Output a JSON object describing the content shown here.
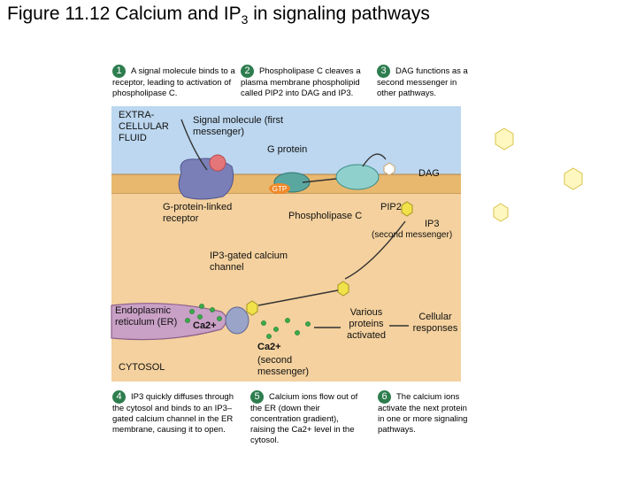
{
  "title": {
    "main": "Figure 11.12 Calcium and IP",
    "sub": "3",
    "rest": " in signaling pathways"
  },
  "steps": [
    {
      "num": "1",
      "text": "A signal molecule binds to a receptor, leading to activation of phospholipase C."
    },
    {
      "num": "2",
      "text": "Phospholipase C cleaves a plasma membrane phospholipid called PIP2 into DAG and IP3."
    },
    {
      "num": "3",
      "text": "DAG functions as a second messenger in other pathways."
    },
    {
      "num": "4",
      "text": "IP3 quickly diffuses through the cytosol and binds to an IP3–gated calcium channel in the ER membrane, causing it to open."
    },
    {
      "num": "5",
      "text": "Calcium ions flow out of the ER (down their concentration gradient), raising the Ca2+ level in the cytosol."
    },
    {
      "num": "6",
      "text": "The calcium ions activate the next protein in one or more signaling pathways."
    }
  ],
  "labels": {
    "extracellular": "EXTRA-CELLULAR FLUID",
    "signal": "Signal molecule (first messenger)",
    "gprotein": "G protein",
    "dag": "DAG",
    "gtp": "GTP",
    "receptor": "G-protein-linked receptor",
    "plc": "Phospholipase C",
    "pip2": "PIP2",
    "ip3": "IP3",
    "ip3_second": "(second messenger)",
    "channel": "IP3-gated calcium channel",
    "er": "Endoplasmic reticulum (ER)",
    "ca_er": "Ca2+",
    "ca_cyto": "Ca2+",
    "ca_second": "(second messenger)",
    "proteins": "Various proteins activated",
    "cellular": "Cellular responses",
    "cytosol": "CYTOSOL"
  },
  "colors": {
    "extracellular": "#bcd7ef",
    "cytosol": "#f4d19e",
    "membrane": "#e8b86e",
    "er": "#c9a0c6",
    "receptor": "#7a7fb8",
    "gprotein": "#5aa7a0",
    "calcium": "#3aaa4a",
    "ip3": "#f2e24a",
    "badge": "#2e7d4f"
  }
}
